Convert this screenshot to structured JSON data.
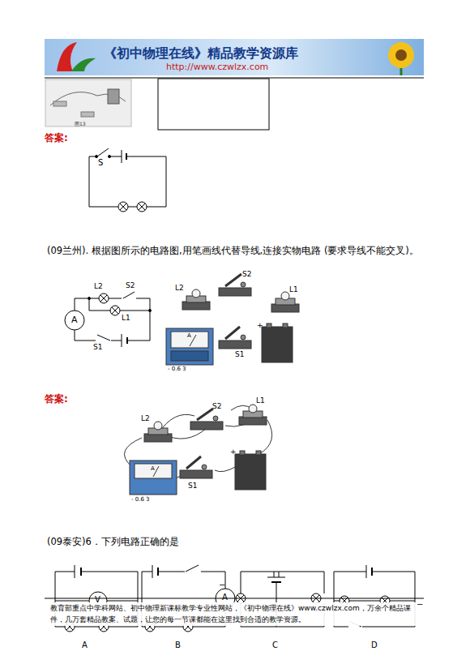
{
  "diagram": {
    "labels": [
      "《初中物理在线》精品教学资源库",
      "http://www.czwlzx.com",
      "图13",
      "答案:",
      "S",
      "(09兰州). 根据图所示的电路图,用笔画线代替导线,连接实物电路 (要求导线不能交叉)。",
      "L2",
      "S2",
      "L1",
      "A",
      "S1",
      "L2",
      "S2",
      "L1",
      "A",
      "- 0.6 3",
      "S1",
      "+",
      "答案:",
      "L2",
      "S2",
      "L1",
      "A",
      "- 0.6 3",
      "S1",
      "+",
      "(09泰安)6．下列电路正确的是",
      "V",
      "A",
      "A",
      "B",
      "C",
      "D",
      "教育部重点中学科网站、初中物理新课标教学专业性网站，《初中物理在线》www.czwlzx.com，万余个精品课件，几万套精品教案、试题，让您的每一节课都能在这里找到合适的教学资源。",
      "−",
      "−"
    ]
  }
}
